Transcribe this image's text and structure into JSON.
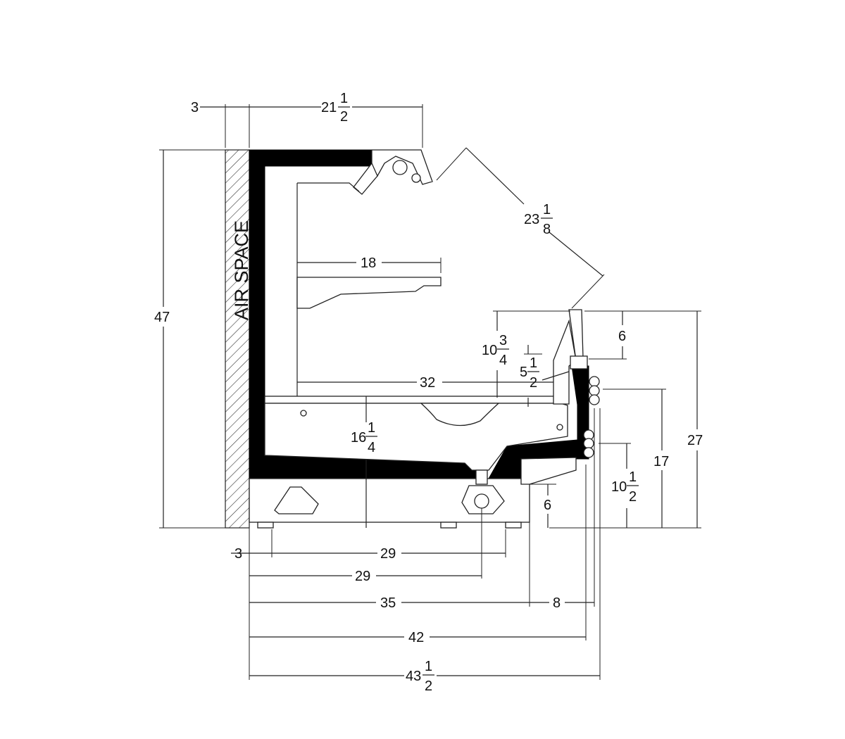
{
  "labels": {
    "air_space": "AIR SPACE"
  },
  "dimensions": {
    "top_air_gap": "3",
    "top_depth": {
      "whole": "21",
      "num": "1",
      "den": "2"
    },
    "glass_diagonal": {
      "whole": "23",
      "num": "1",
      "den": "8"
    },
    "overall_height": "47",
    "shelf_depth": "18",
    "rail_height": {
      "whole": "10",
      "num": "3",
      "den": "4"
    },
    "rail_top_small": "6",
    "rail_offset": {
      "whole": "5",
      "num": "1",
      "den": "2"
    },
    "deck_depth": "32",
    "deck_height": {
      "whole": "16",
      "num": "1",
      "den": "4"
    },
    "front_height": "27",
    "bumper_height": "17",
    "kick_height": {
      "whole": "10",
      "num": "1",
      "den": "2"
    },
    "toe_height": "6",
    "bottom_air_gap": "3",
    "leg_spacing": "29",
    "drain_position": "29",
    "base_depth": "35",
    "front_overhang": "8",
    "cabinet_depth": "42",
    "overall_depth": {
      "whole": "43",
      "num": "1",
      "den": "2"
    }
  }
}
